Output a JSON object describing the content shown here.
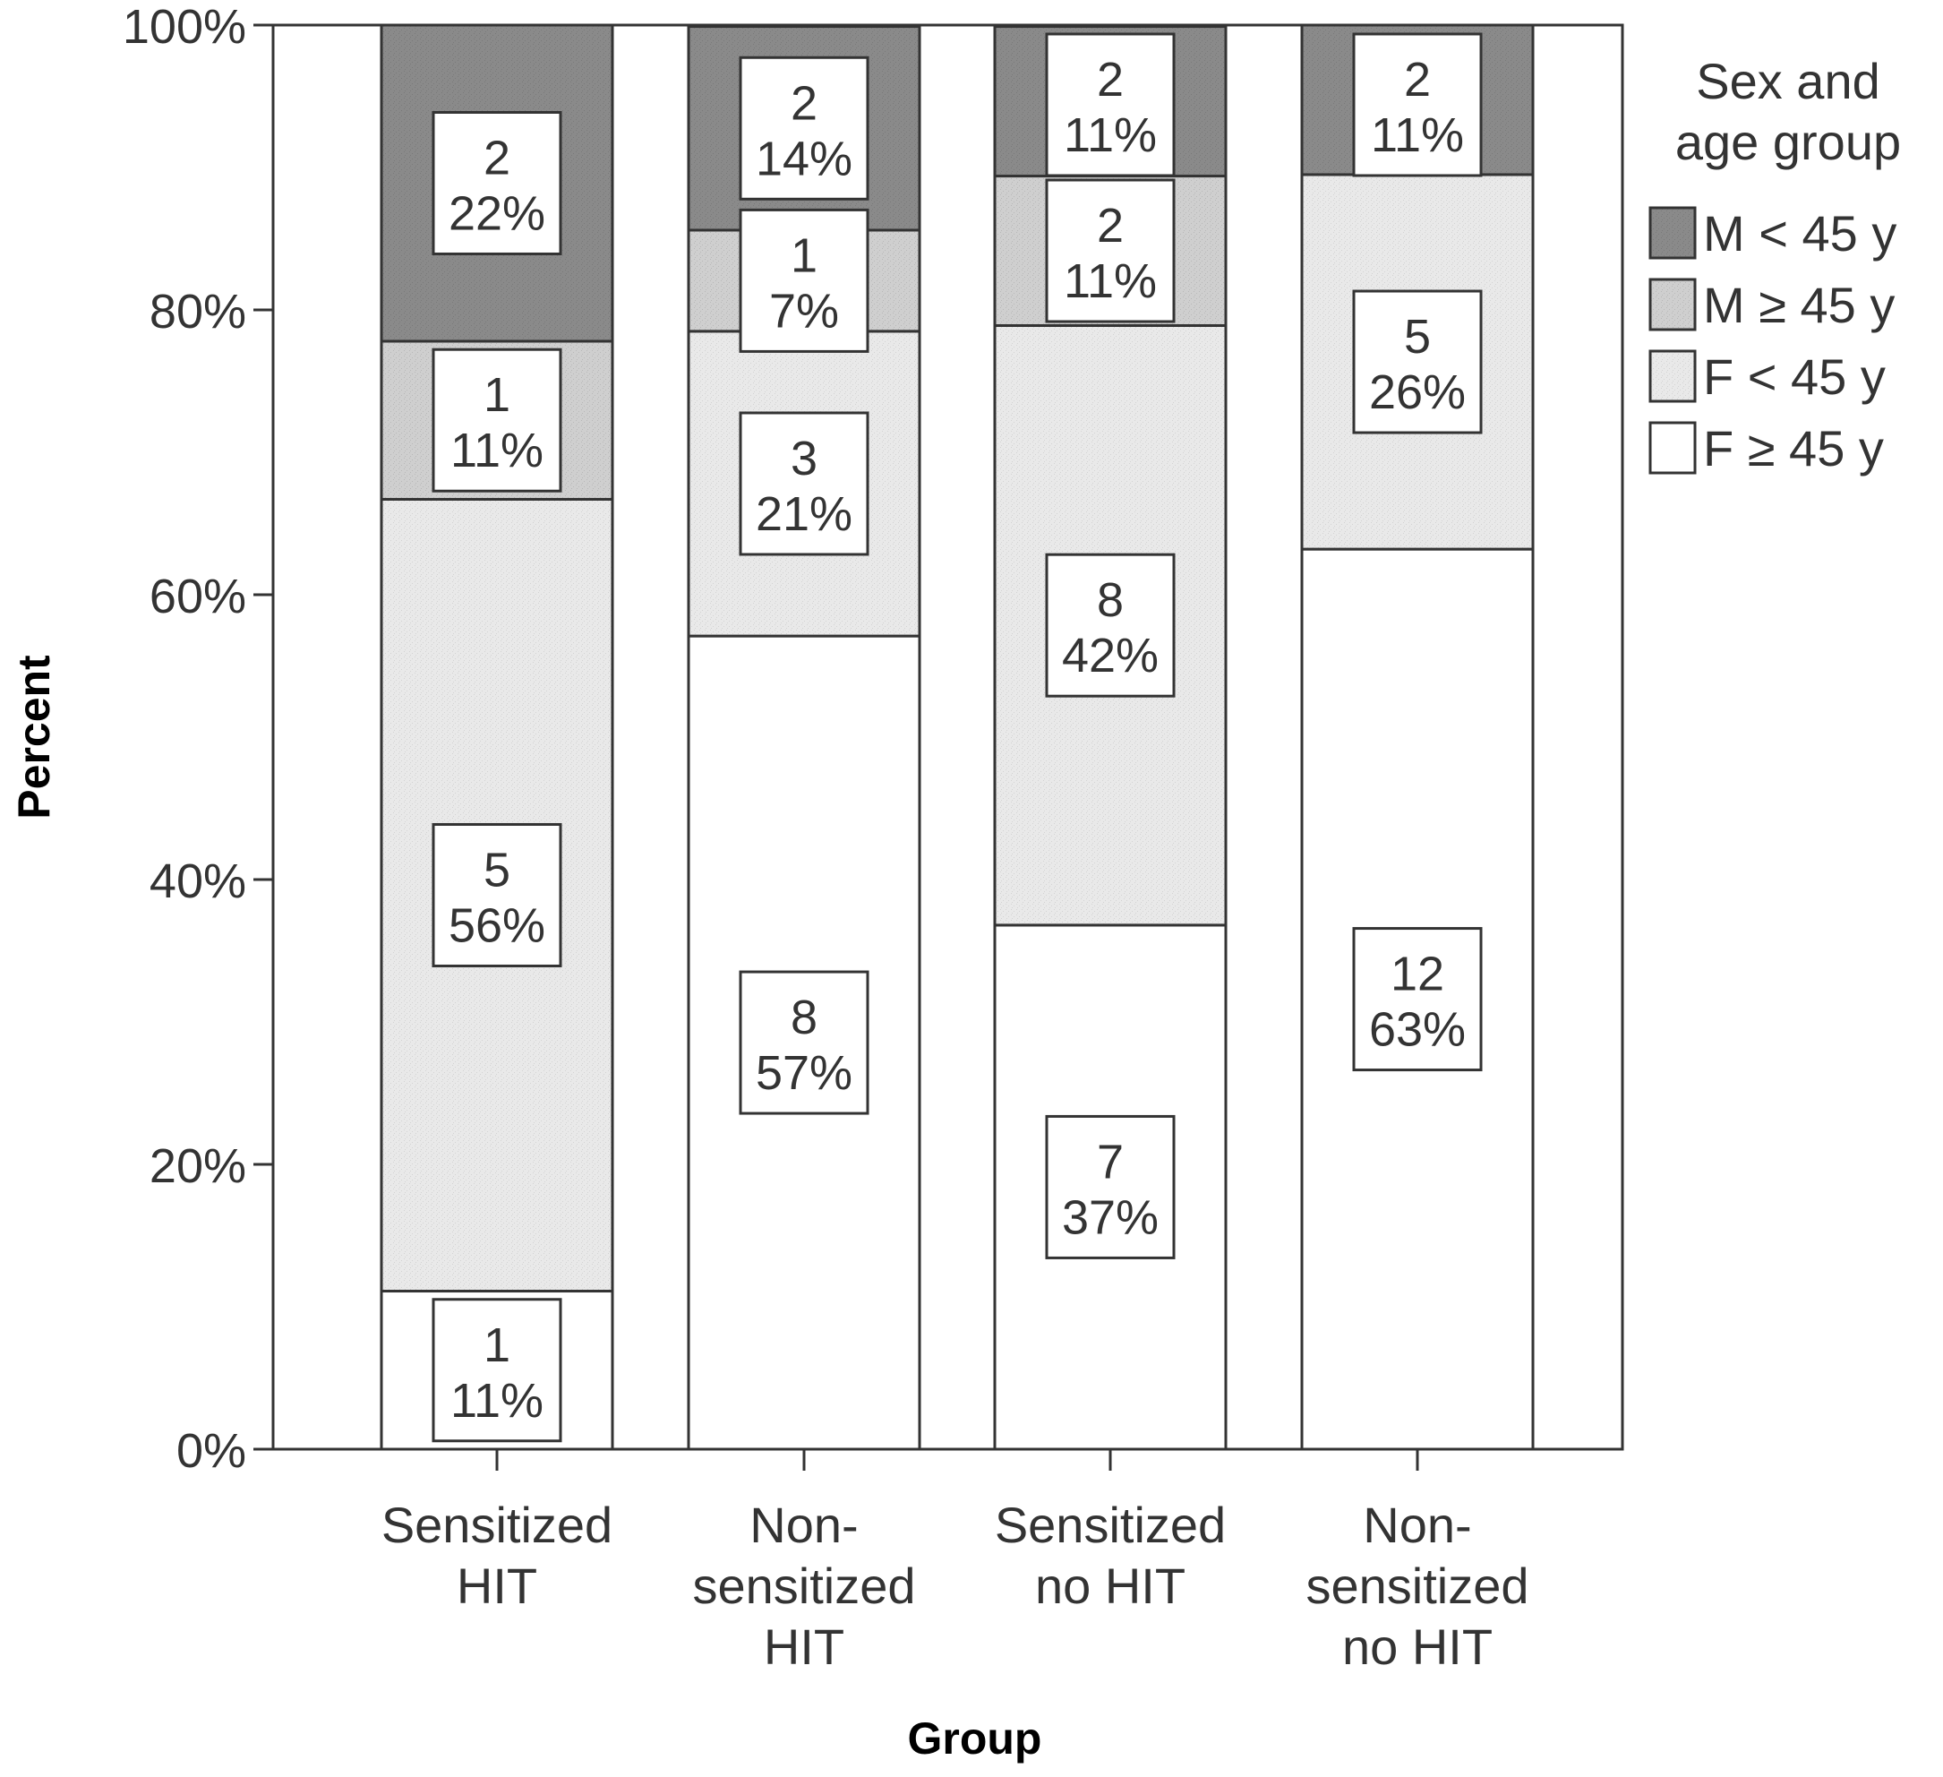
{
  "chart_data": {
    "type": "bar",
    "stacked": true,
    "title": "",
    "xlabel": "Group",
    "ylabel": "Percent",
    "ylim": [
      0,
      100
    ],
    "yticks": [
      "0%",
      "20%",
      "40%",
      "60%",
      "80%",
      "100%"
    ],
    "categories": [
      [
        "Sensitized",
        "HIT"
      ],
      [
        "Non-",
        "sensitized",
        "HIT"
      ],
      [
        "Sensitized",
        "no HIT"
      ],
      [
        "Non-",
        "sensitized",
        "no HIT"
      ]
    ],
    "legend": {
      "title": [
        "Sex and",
        "age group"
      ],
      "position": "right"
    },
    "series": [
      {
        "name": "F ≥ 45 y",
        "color": "#ffffff",
        "counts": [
          1,
          8,
          7,
          12
        ],
        "labels": [
          "11%",
          "57%",
          "37%",
          "63%"
        ],
        "values": [
          11.1,
          57.1,
          36.8,
          63.2
        ]
      },
      {
        "name": "F < 45 y",
        "color": "#e9e9e9",
        "counts": [
          5,
          3,
          8,
          5
        ],
        "labels": [
          "56%",
          "21%",
          "42%",
          "26%"
        ],
        "values": [
          55.6,
          21.4,
          42.1,
          26.3
        ]
      },
      {
        "name": "M ≥ 45 y",
        "color": "#cfcfcf",
        "counts": [
          1,
          1,
          2,
          0
        ],
        "labels": [
          "11%",
          "7%",
          "11%",
          ""
        ],
        "values": [
          11.1,
          7.1,
          10.5,
          0
        ]
      },
      {
        "name": "M < 45 y",
        "color": "#8a8a8a",
        "counts": [
          2,
          2,
          2,
          2
        ],
        "labels": [
          "22%",
          "14%",
          "11%",
          "11%"
        ],
        "values": [
          22.2,
          14.3,
          10.5,
          10.5
        ]
      }
    ],
    "grid": false
  }
}
